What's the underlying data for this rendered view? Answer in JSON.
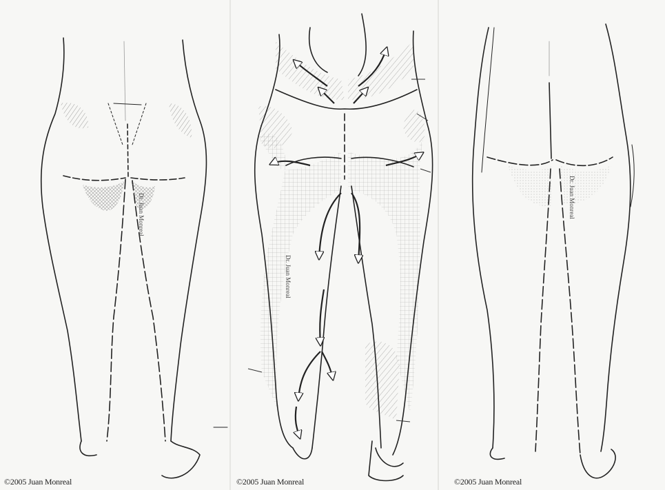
{
  "figures": [
    {
      "caption": "©2005 Juan Monreal",
      "signature": "Dr. Juan Monreal"
    },
    {
      "caption": "©2005 Juan Monreal",
      "signature": "Dr. Juan Monreal"
    },
    {
      "caption": "©2005 Juan Monreal",
      "signature": "Dr. Juan Monreal"
    }
  ]
}
